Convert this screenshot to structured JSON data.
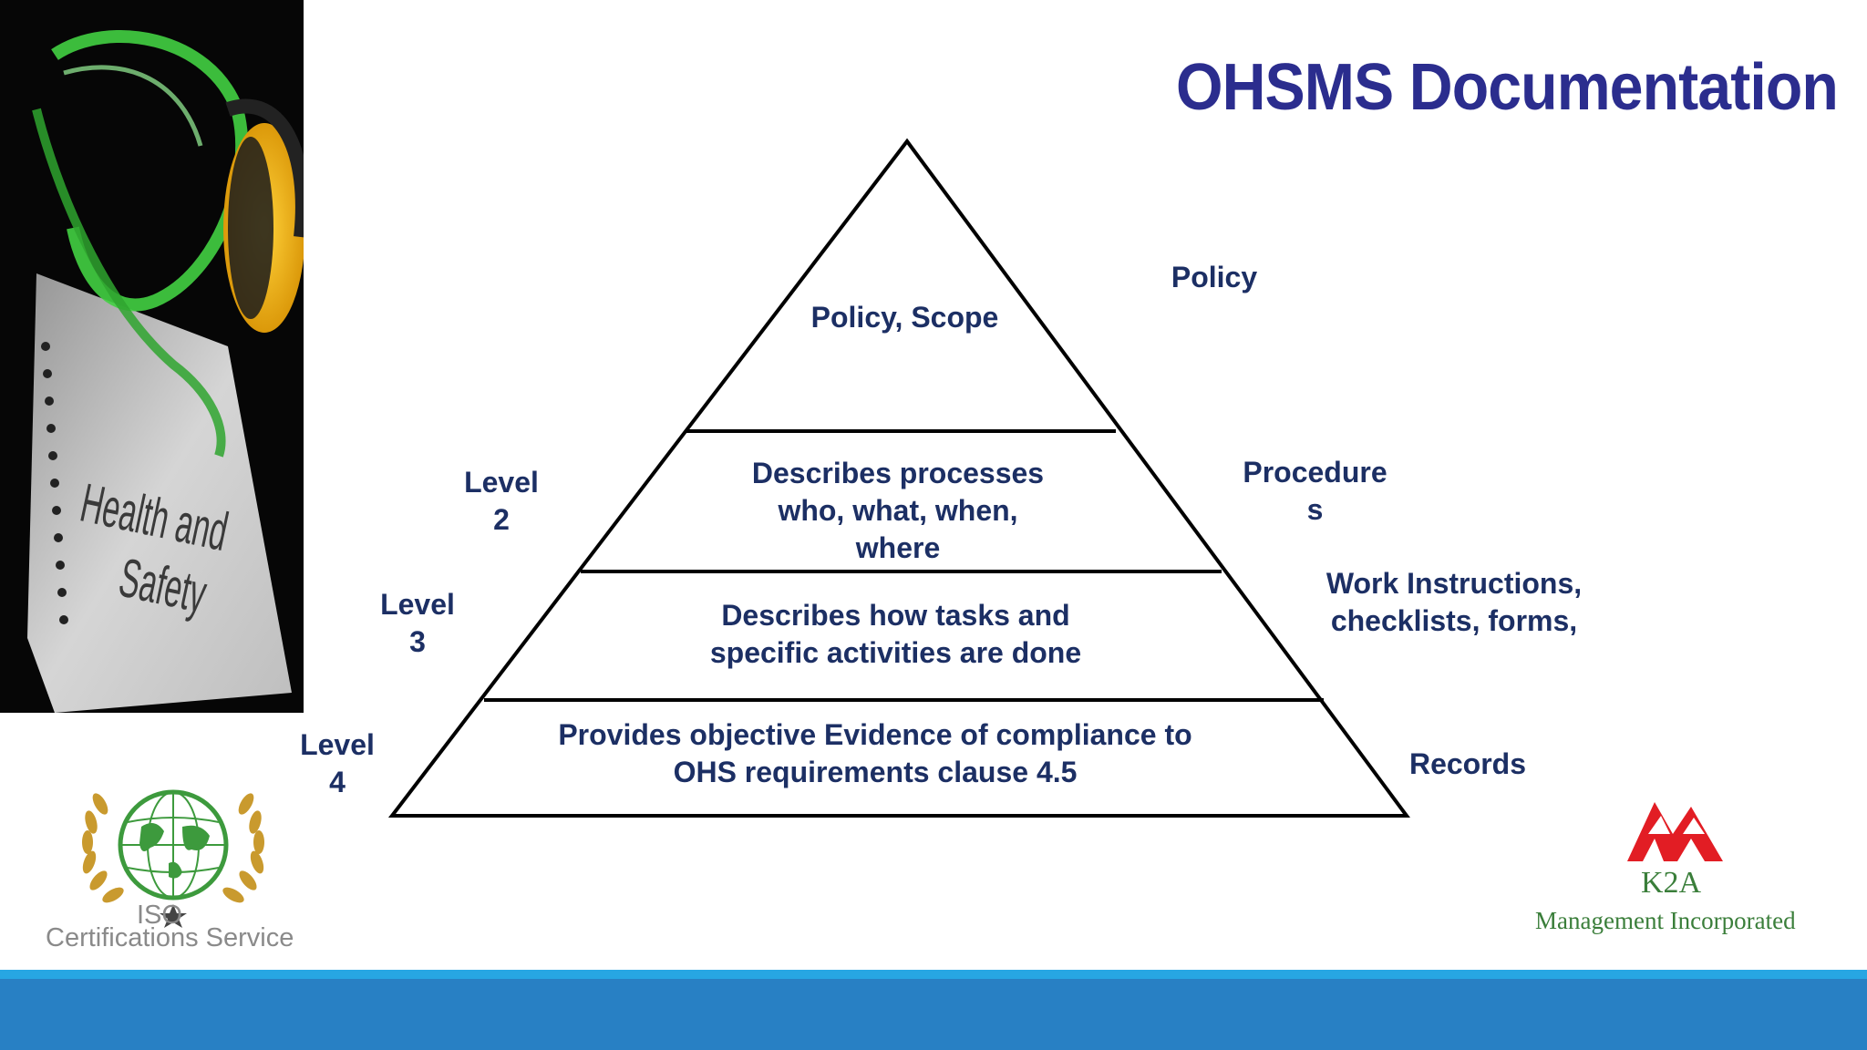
{
  "title": "OHSMS Documentation",
  "photo": {
    "caption_line1": "Health and",
    "caption_line2": "Safety"
  },
  "pyramid": {
    "tiers": [
      {
        "text_lines": [
          "Policy, Scope"
        ],
        "right_label_lines": [
          "Policy"
        ],
        "left_label_lines": []
      },
      {
        "text_lines": [
          "Describes processes",
          "who, what, when,",
          "where"
        ],
        "right_label_lines": [
          "Procedure",
          "s"
        ],
        "left_label_lines": [
          "Level",
          "2"
        ]
      },
      {
        "text_lines": [
          "Describes how tasks and",
          "specific activities are done"
        ],
        "right_label_lines": [
          "Work Instructions,",
          "checklists, forms,"
        ],
        "left_label_lines": [
          "Level",
          "3"
        ]
      },
      {
        "text_lines": [
          "Provides objective Evidence of compliance to",
          "OHS requirements clause 4.5"
        ],
        "right_label_lines": [
          "Records"
        ],
        "left_label_lines": [
          "Level",
          "4"
        ]
      }
    ]
  },
  "logos": {
    "iso": {
      "line1": "ISO",
      "line2": "Certifications Service"
    },
    "k2a": {
      "line1": "K2A",
      "line2": "Management Incorporated"
    }
  },
  "colors": {
    "title": "#2b2d8e",
    "text": "#1c2f64",
    "footer": "#2880c4",
    "footer_accent": "#27a6e3",
    "logo_red": "#e21d24",
    "logo_green": "#3a7e3a"
  }
}
